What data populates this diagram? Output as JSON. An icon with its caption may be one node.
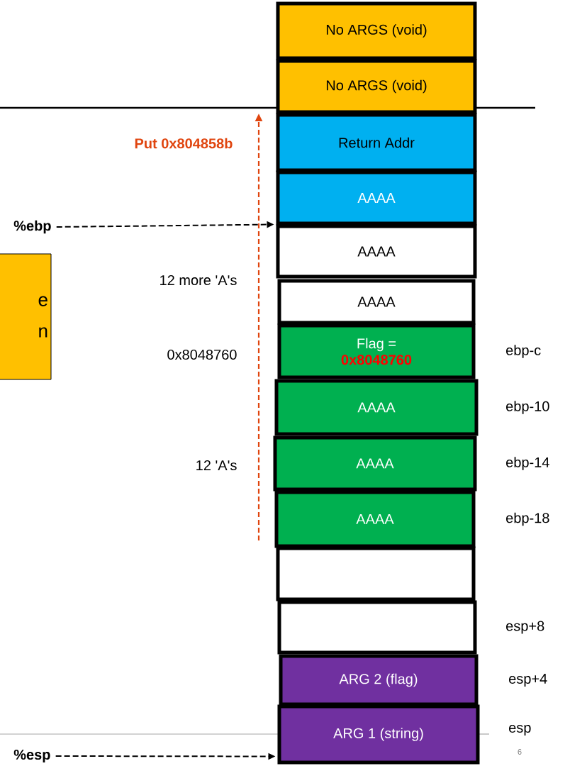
{
  "diagram": {
    "nodes": [
      {
        "text": [
          "No ARGS (void)"
        ]
      },
      {
        "text": [
          "No ARGS (void)"
        ]
      },
      {
        "text": [
          "Return Addr"
        ]
      },
      {
        "text": [
          "AAAA"
        ]
      },
      {
        "text": [
          "AAAA"
        ]
      },
      {
        "text": [
          "AAAA"
        ]
      },
      {
        "text": [
          "Flag =",
          "0x8048760"
        ],
        "beside": [
          "ebp-c"
        ]
      },
      {
        "text": [
          "AAAA"
        ],
        "beside": [
          "ebp-10"
        ]
      },
      {
        "text": [
          "AAAA"
        ],
        "beside": [
          "ebp-14"
        ]
      },
      {
        "text": [
          "AAAA"
        ],
        "beside": [
          "ebp-18"
        ]
      },
      {
        "text": [],
        "shape": "box"
      },
      {
        "text": [],
        "shape": "box",
        "beside": [
          "esp+8"
        ]
      },
      {
        "text": [
          "ARG 2 (flag)"
        ],
        "beside": [
          "esp+4"
        ]
      },
      {
        "text": [
          "ARG 1 (string)"
        ],
        "beside": [
          "esp"
        ]
      },
      {
        "text": [
          "%ebp"
        ]
      },
      {
        "text": [
          "%esp"
        ]
      },
      {
        "text": [
          "e n"
        ]
      }
    ],
    "edges": [
      {
        "from": 14,
        "to": 4,
        "arrow": "to",
        "style": "dashed"
      },
      {
        "from": 15,
        "to": 13,
        "arrow": "to",
        "style": "dashed"
      }
    ],
    "labels": [
      "Put 0x804858b",
      "12 more 'A's",
      "0x8048760",
      "12 'A's",
      "6"
    ]
  }
}
